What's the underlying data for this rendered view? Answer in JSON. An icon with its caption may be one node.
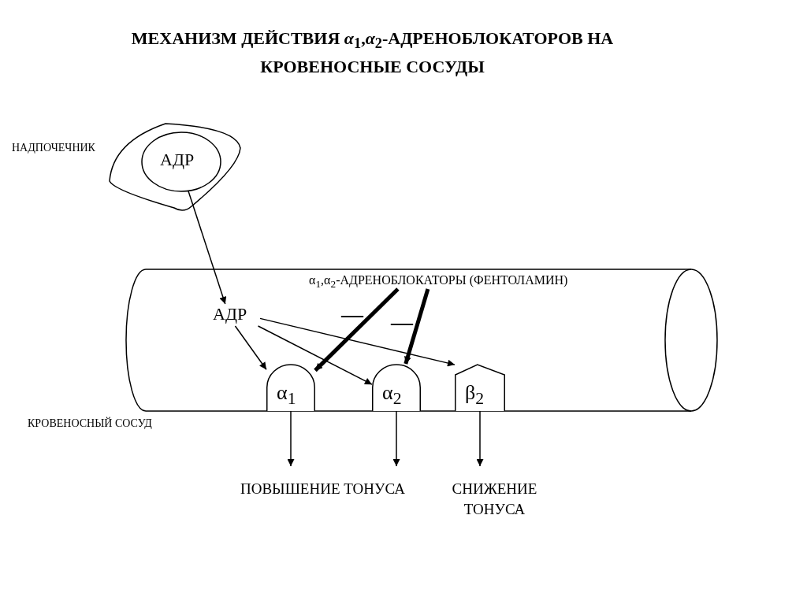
{
  "diagram": {
    "title": "МЕХАНИЗМ ДЕЙСТВИЯ *α*$_{1}$,*α*$_{2}$-АДРЕНОБЛОКАТОРОВ НА КРОВЕНОСНЫЕ СОСУДЫ",
    "nodes": [
      {
        "text": [
          "НАДПОЧЕЧНИК"
        ]
      },
      {
        "text": [
          "АДР"
        ],
        "in": 0
      },
      {
        "text": [
          "КРОВЕНОСНЫЙ СОСУД"
        ]
      },
      {
        "text": [
          "АДР"
        ],
        "in": 2
      },
      {
        "text": [
          "α$_{1}$,α$_{2}$-АДРЕНОБЛОКАТОРЫ (ФЕНТОЛАМИН)"
        ],
        "in": 2
      },
      {
        "text": [
          "α$_{1}$"
        ],
        "in": 2
      },
      {
        "text": [
          "α$_{2}$"
        ],
        "in": 2
      },
      {
        "text": [
          "β$_{2}$"
        ],
        "in": 2
      },
      {
        "text": [
          "ПОВЫШЕНИЕ ТОНУСА"
        ]
      },
      {
        "text": [
          "СНИЖЕНИЕ ТОНУСА"
        ]
      }
    ],
    "edges": [
      {
        "from": 1,
        "to": 3,
        "arrow": "to"
      },
      {
        "from": 3,
        "to": 5,
        "arrow": "to"
      },
      {
        "from": 3,
        "to": 6,
        "arrow": "to"
      },
      {
        "from": 3,
        "to": 7,
        "arrow": "to"
      },
      {
        "from": 4,
        "to": 5,
        "arrow": "to",
        "style": "thick"
      },
      {
        "from": 4,
        "to": 6,
        "arrow": "to",
        "style": "thick"
      },
      {
        "from": 5,
        "to": 8,
        "arrow": "to"
      },
      {
        "from": 6,
        "to": 8,
        "arrow": "to"
      },
      {
        "from": 7,
        "to": 9,
        "arrow": "to"
      }
    ],
    "labels": [
      "—",
      "—"
    ]
  }
}
